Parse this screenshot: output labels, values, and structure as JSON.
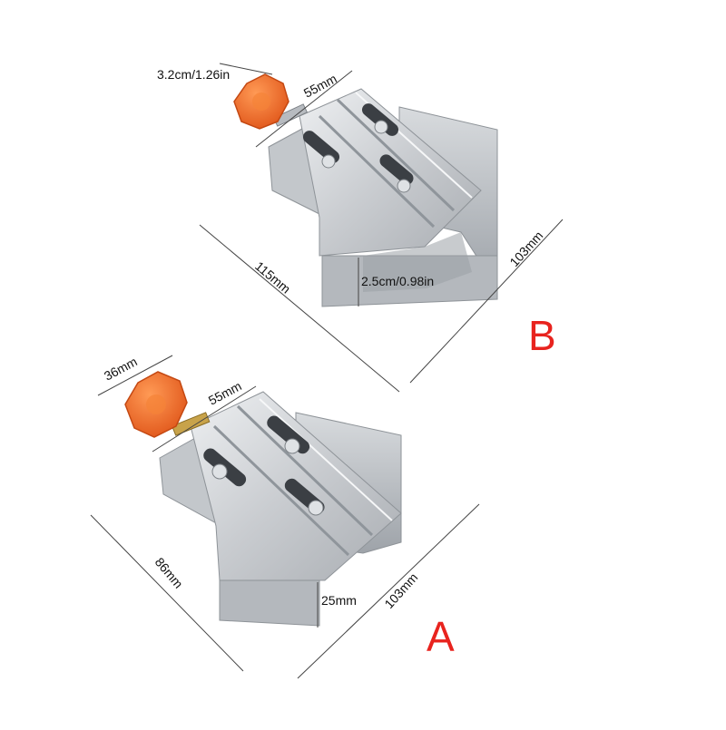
{
  "colors": {
    "accent_letter": "#e8231e",
    "knob": "#f26b21",
    "steel": "#c9ccd0",
    "steel_dark": "#9ea3a9",
    "dimension_line": "#444444"
  },
  "variant_b": {
    "label": "B",
    "dims": {
      "knob": "3.2cm/1.26in",
      "slot_width": "55mm",
      "length_diagonal": "115mm",
      "length_right": "103mm",
      "height": "2.5cm/0.98in"
    }
  },
  "variant_a": {
    "label": "A",
    "dims": {
      "knob": "36mm",
      "slot_width": "55mm",
      "length_left": "86mm",
      "length_right": "103mm",
      "height": "25mm"
    }
  }
}
